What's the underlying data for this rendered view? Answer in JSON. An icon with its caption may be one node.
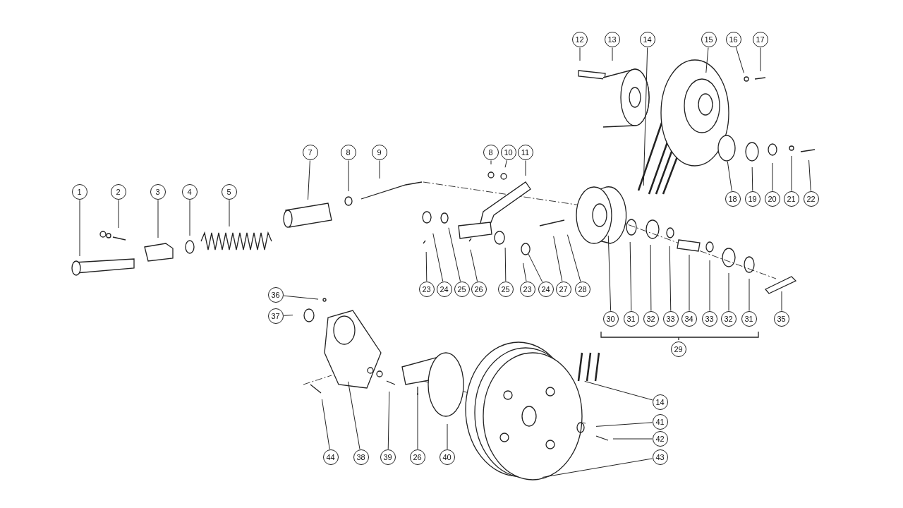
{
  "diagram": {
    "nodes": [
      {
        "text": [
          "12"
        ]
      },
      {
        "text": [
          "13"
        ]
      },
      {
        "text": [
          "14"
        ]
      },
      {
        "text": [
          "15"
        ]
      },
      {
        "text": [
          "16"
        ]
      },
      {
        "text": [
          "17"
        ]
      },
      {
        "text": [
          "8"
        ]
      },
      {
        "text": [
          "10"
        ]
      },
      {
        "text": [
          "11"
        ]
      },
      {
        "text": [
          "7"
        ]
      },
      {
        "text": [
          "8"
        ]
      },
      {
        "text": [
          "9"
        ]
      },
      {
        "text": [
          "1"
        ]
      },
      {
        "text": [
          "2"
        ]
      },
      {
        "text": [
          "3"
        ]
      },
      {
        "text": [
          "4"
        ]
      },
      {
        "text": [
          "5"
        ]
      },
      {
        "text": [
          "18"
        ]
      },
      {
        "text": [
          "19"
        ]
      },
      {
        "text": [
          "20"
        ]
      },
      {
        "text": [
          "21"
        ]
      },
      {
        "text": [
          "22"
        ]
      },
      {
        "text": [
          "23"
        ]
      },
      {
        "text": [
          "24"
        ]
      },
      {
        "text": [
          "25"
        ]
      },
      {
        "text": [
          "26"
        ]
      },
      {
        "text": [
          "25"
        ]
      },
      {
        "text": [
          "23"
        ]
      },
      {
        "text": [
          "24"
        ]
      },
      {
        "text": [
          "27"
        ]
      },
      {
        "text": [
          "28"
        ]
      },
      {
        "text": [
          "30"
        ]
      },
      {
        "text": [
          "31"
        ]
      },
      {
        "text": [
          "32"
        ]
      },
      {
        "text": [
          "33"
        ]
      },
      {
        "text": [
          "34"
        ]
      },
      {
        "text": [
          "33"
        ]
      },
      {
        "text": [
          "32"
        ]
      },
      {
        "text": [
          "31"
        ]
      },
      {
        "text": [
          "35"
        ]
      },
      {
        "text": [
          "29"
        ]
      },
      {
        "text": [
          "36"
        ]
      },
      {
        "text": [
          "37"
        ]
      },
      {
        "text": [
          "14"
        ]
      },
      {
        "text": [
          "41"
        ]
      },
      {
        "text": [
          "42"
        ]
      },
      {
        "text": [
          "44"
        ]
      },
      {
        "text": [
          "38"
        ]
      },
      {
        "text": [
          "39"
        ]
      },
      {
        "text": [
          "26"
        ]
      },
      {
        "text": [
          "40"
        ]
      },
      {
        "text": [
          "43"
        ]
      }
    ],
    "edges": [
      {
        "from": 0,
        "to": null,
        "arrow": "none"
      },
      {
        "from": 1,
        "to": null,
        "arrow": "none"
      },
      {
        "from": 2,
        "to": null,
        "arrow": "none"
      },
      {
        "from": 3,
        "to": null,
        "arrow": "none"
      },
      {
        "from": 4,
        "to": null,
        "arrow": "none"
      },
      {
        "from": 5,
        "to": null,
        "arrow": "none"
      },
      {
        "from": 6,
        "to": null,
        "arrow": "none"
      },
      {
        "from": 7,
        "to": null,
        "arrow": "none"
      },
      {
        "from": 8,
        "to": null,
        "arrow": "none"
      },
      {
        "from": 9,
        "to": null,
        "arrow": "none"
      },
      {
        "from": 10,
        "to": null,
        "arrow": "none"
      },
      {
        "from": 11,
        "to": null,
        "arrow": "none"
      },
      {
        "from": 12,
        "to": null,
        "arrow": "none"
      },
      {
        "from": 13,
        "to": null,
        "arrow": "none"
      },
      {
        "from": 14,
        "to": null,
        "arrow": "none"
      },
      {
        "from": 15,
        "to": null,
        "arrow": "none"
      },
      {
        "from": 16,
        "to": null,
        "arrow": "none"
      },
      {
        "from": 17,
        "to": null,
        "arrow": "none"
      },
      {
        "from": 18,
        "to": null,
        "arrow": "none"
      },
      {
        "from": 19,
        "to": null,
        "arrow": "none"
      },
      {
        "from": 20,
        "to": null,
        "arrow": "none"
      },
      {
        "from": 21,
        "to": null,
        "arrow": "none"
      },
      {
        "from": 22,
        "to": null,
        "arrow": "none"
      },
      {
        "from": 23,
        "to": null,
        "arrow": "none"
      },
      {
        "from": 24,
        "to": null,
        "arrow": "none"
      },
      {
        "from": 25,
        "to": null,
        "arrow": "none"
      },
      {
        "from": 26,
        "to": null,
        "arrow": "none"
      },
      {
        "from": 27,
        "to": null,
        "arrow": "none"
      },
      {
        "from": 28,
        "to": null,
        "arrow": "none"
      },
      {
        "from": 29,
        "to": null,
        "arrow": "none"
      },
      {
        "from": 30,
        "to": null,
        "arrow": "none"
      },
      {
        "from": 31,
        "to": null,
        "arrow": "none"
      },
      {
        "from": 32,
        "to": null,
        "arrow": "none"
      },
      {
        "from": 33,
        "to": null,
        "arrow": "none"
      },
      {
        "from": 34,
        "to": null,
        "arrow": "none"
      },
      {
        "from": 35,
        "to": null,
        "arrow": "none"
      },
      {
        "from": 36,
        "to": null,
        "arrow": "none"
      },
      {
        "from": 37,
        "to": null,
        "arrow": "none"
      },
      {
        "from": 38,
        "to": null,
        "arrow": "none"
      },
      {
        "from": 39,
        "to": null,
        "arrow": "none"
      },
      {
        "from": 41,
        "to": null,
        "arrow": "none"
      },
      {
        "from": 42,
        "to": null,
        "arrow": "none"
      },
      {
        "from": 43,
        "to": null,
        "arrow": "none"
      },
      {
        "from": 44,
        "to": null,
        "arrow": "none"
      },
      {
        "from": 45,
        "to": null,
        "arrow": "none"
      },
      {
        "from": 46,
        "to": null,
        "arrow": "none"
      },
      {
        "from": 47,
        "to": null,
        "arrow": "none"
      },
      {
        "from": 48,
        "to": null,
        "arrow": "none"
      },
      {
        "from": 49,
        "to": null,
        "arrow": "none"
      },
      {
        "from": 50,
        "to": null,
        "arrow": "none"
      },
      {
        "from": 51,
        "to": null,
        "arrow": "none"
      }
    ]
  }
}
